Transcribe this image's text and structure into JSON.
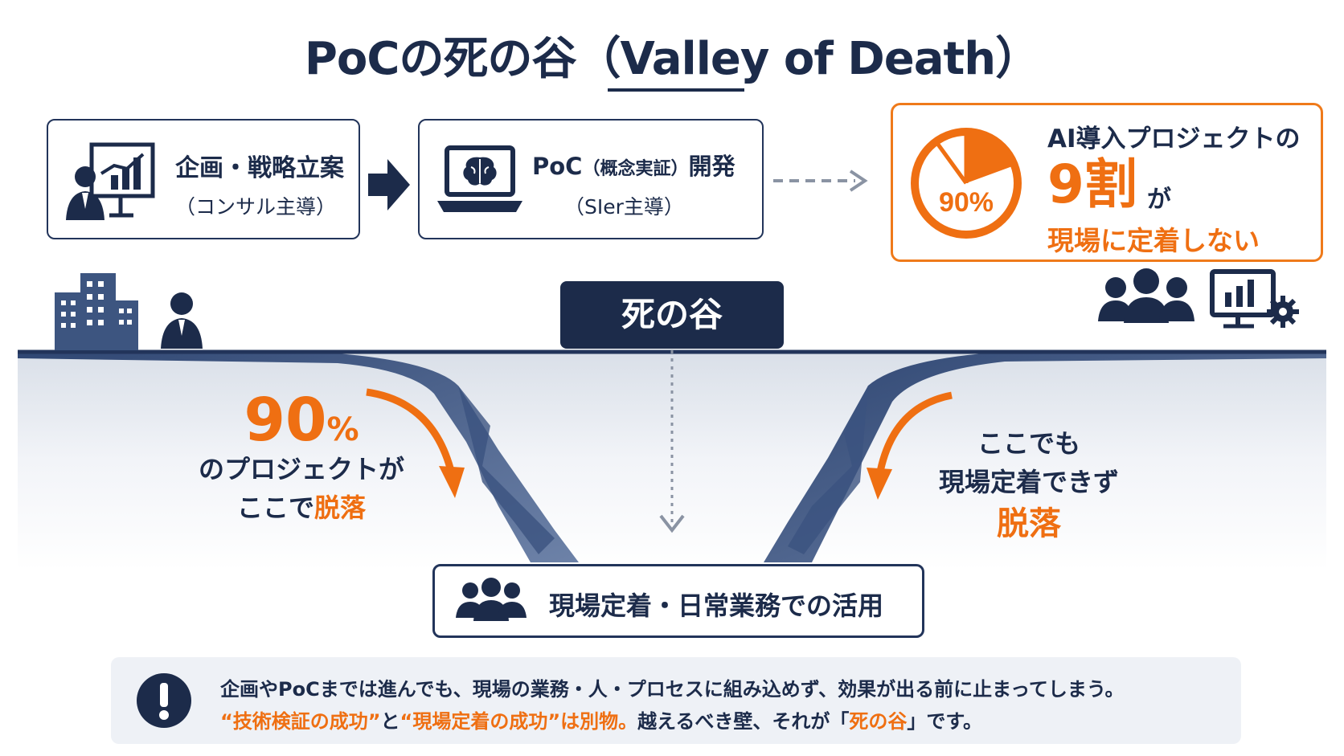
{
  "title": "PoCの死の谷（Valley of Death）",
  "steps": [
    {
      "main": "企画・戦略立案",
      "sub": "（コンサル主導）",
      "icon": "presenter-chart-icon"
    },
    {
      "main": "PoC",
      "main_paren": "（概念実証）",
      "main_tail": "開発",
      "sub": "（SIer主導）",
      "icon": "laptop-brain-icon"
    }
  ],
  "stat": {
    "pie_label": "90%",
    "pie_value": 90,
    "line1": "AI導入プロジェクトの",
    "big": "9割",
    "ga": "が",
    "line3": "現場に定着しない"
  },
  "valley": {
    "label": "死の谷",
    "left": {
      "pct": "90",
      "pct_unit": "%",
      "line1": "のプロジェクトが",
      "line2_prefix": "ここで",
      "line2_accent": "脱落"
    },
    "right": {
      "line1": "ここでも",
      "line2": "現場定着できず",
      "accent": "脱落"
    },
    "bottom_label": "現場定着・日常業務での活用"
  },
  "note": {
    "line1": "企画やPoCまでは進んでも、現場の業務・人・プロセスに組み込めず、効果が出る前に止まってしまう。",
    "line2_a": "“技術検証の成功”",
    "line2_b": "と",
    "line2_c": "“現場定着の成功”は別物。",
    "line2_d": "越えるべき壁、それが「",
    "line2_e": "死の谷",
    "line2_f": "」です。"
  },
  "colors": {
    "navy": "#1c2b4a",
    "orange": "#ef6f12",
    "slate": "#3d5580",
    "bg_note": "#eef1f6"
  }
}
